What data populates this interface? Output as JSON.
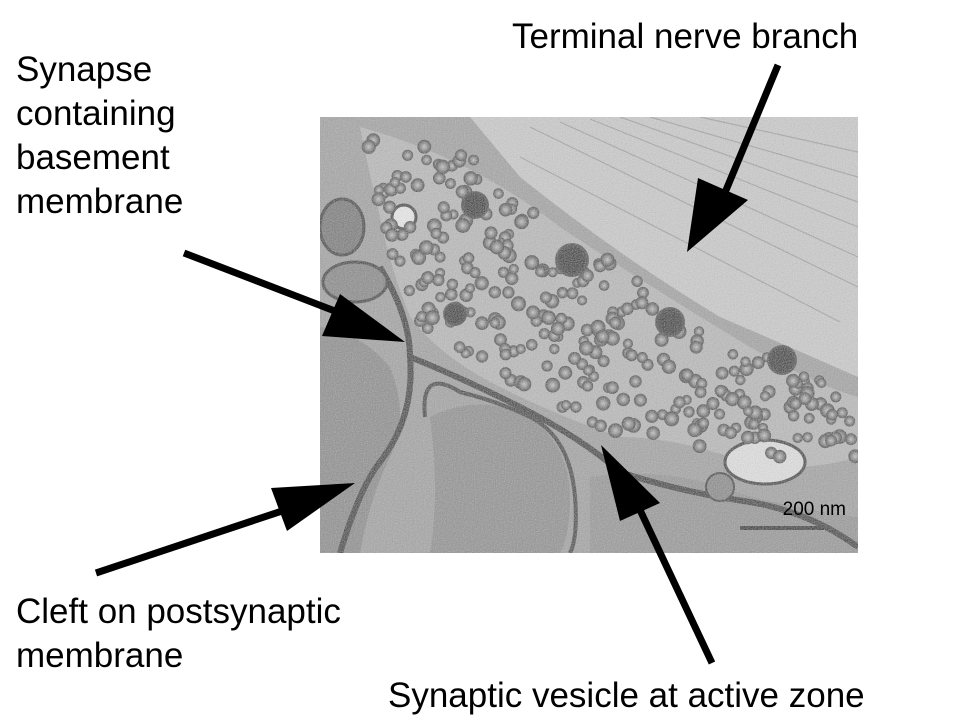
{
  "labels": {
    "terminal_nerve_branch": "Terminal nerve branch",
    "synapse_basement": [
      "Synapse",
      "containing",
      "basement",
      "membrane"
    ],
    "cleft_postsynaptic": [
      "Cleft on postsynaptic",
      "membrane"
    ],
    "synaptic_vesicle": "Synaptic vesicle at active zone"
  },
  "scale_bar": {
    "label": "200 nm"
  },
  "colors": {
    "text": "#000000",
    "arrow": "#000000",
    "background": "#ffffff",
    "micrograph_mid": "#9a9a9a"
  }
}
